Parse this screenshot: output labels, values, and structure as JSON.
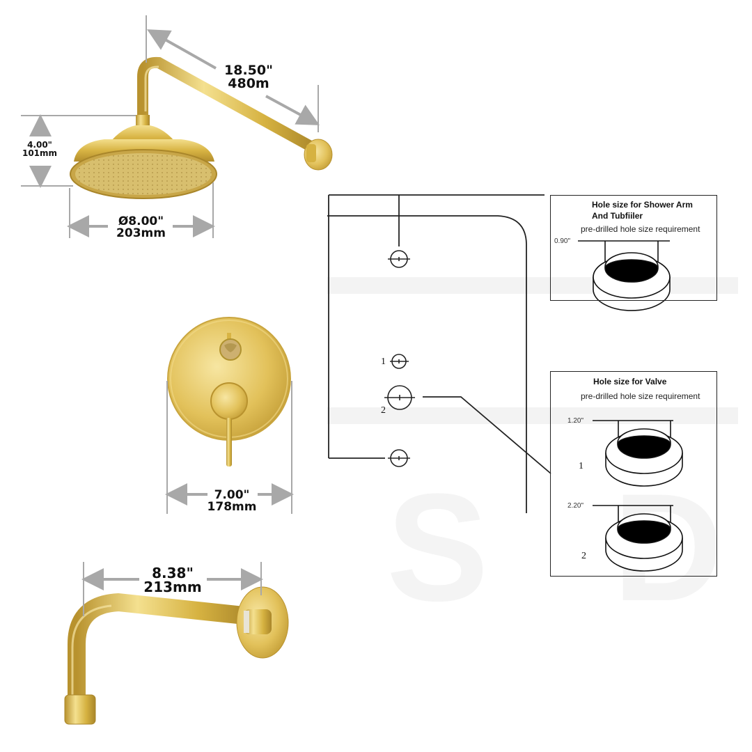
{
  "shower_head": {
    "arm_length": {
      "inches": "18.50\"",
      "mm": "480m"
    },
    "height": {
      "inches": "4.00\"",
      "mm": "101mm"
    },
    "diameter": {
      "inches": "Ø8.00\"",
      "mm": "203mm"
    }
  },
  "valve": {
    "width": {
      "inches": "7.00\"",
      "mm": "178mm"
    }
  },
  "tub_spout": {
    "length": {
      "inches": "8.38\"",
      "mm": "213mm"
    }
  },
  "layout_diagram": {
    "hole_labels": [
      "1",
      "2"
    ]
  },
  "shower_arm_box": {
    "title_line1": "Hole size for Shower Arm",
    "title_line2": "And Tubfiiler",
    "subtitle": "pre-drilled hole size requirement",
    "hole_size": "0.90\""
  },
  "valve_box": {
    "title": "Hole size for Valve",
    "subtitle": "pre-drilled hole size requirement",
    "holes": [
      {
        "label": "1",
        "size": "1.20\""
      },
      {
        "label": "2",
        "size": "2.20\""
      }
    ]
  },
  "watermark": {
    "letters": [
      "S",
      "D"
    ]
  },
  "colors": {
    "brass": "#d9b64a",
    "brass_light": "#f2dc8a",
    "brass_dark": "#a8862a",
    "dim_gray": "#a8a8a8",
    "line": "#222222"
  }
}
